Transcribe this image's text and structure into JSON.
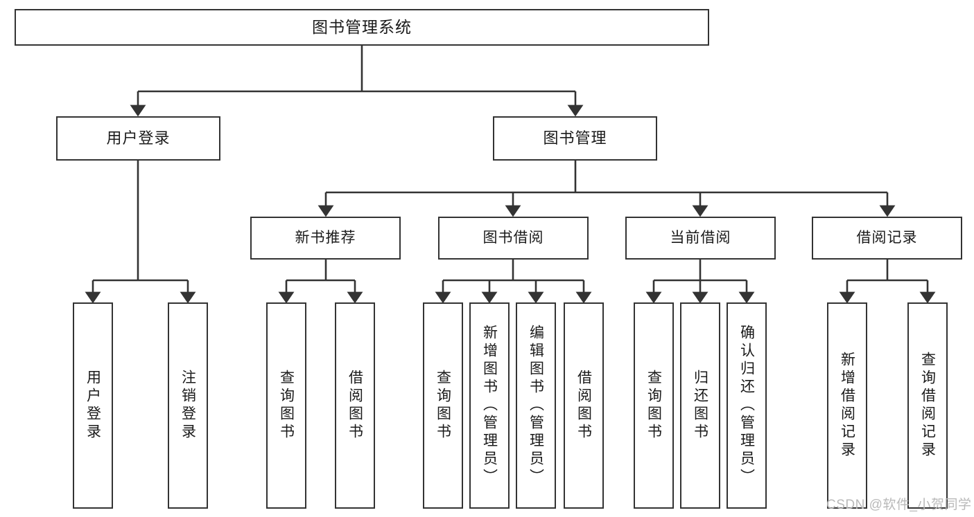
{
  "diagram": {
    "title": "图书管理系统",
    "type": "tree-hierarchy-chart",
    "colors": {
      "box_border": "#333333",
      "box_fill": "#ffffff",
      "connector": "#333333",
      "text": "#1a1a1a",
      "watermark": "#b9b9b9",
      "background": "#ffffff"
    }
  },
  "root": {
    "label": "图书管理系统"
  },
  "level2": [
    {
      "label": "用户登录"
    },
    {
      "label": "图书管理"
    }
  ],
  "level3": [
    {
      "label": "新书推荐"
    },
    {
      "label": "图书借阅"
    },
    {
      "label": "当前借阅"
    },
    {
      "label": "借阅记录"
    }
  ],
  "leaves": {
    "user_login": [
      {
        "label": "用户登录"
      },
      {
        "label": "注销登录"
      }
    ],
    "new_book_recommend": [
      {
        "label": "查询图书"
      },
      {
        "label": "借阅图书"
      }
    ],
    "book_borrow": [
      {
        "label": "查询图书"
      },
      {
        "label": "新增图书（管理员）"
      },
      {
        "label": "编辑图书（管理员）"
      },
      {
        "label": "借阅图书"
      }
    ],
    "current_borrow": [
      {
        "label": "查询图书"
      },
      {
        "label": "归还图书"
      },
      {
        "label": "确认归还（管理员）"
      }
    ],
    "borrow_record": [
      {
        "label": "新增借阅记录"
      },
      {
        "label": "查询借阅记录"
      }
    ]
  },
  "watermark": {
    "text": "CSDN @软件_小贺同学"
  }
}
